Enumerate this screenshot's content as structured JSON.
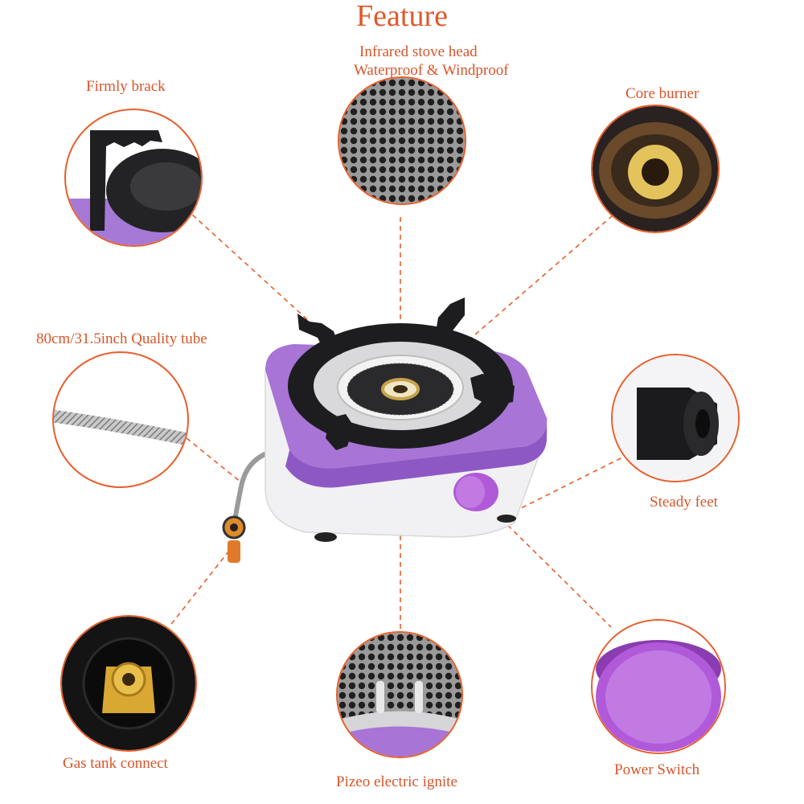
{
  "title": "Feature",
  "callouts": {
    "head_line1": "Infrared stove head",
    "head_line2": "Waterproof & Windproof",
    "brack": "Firmly brack",
    "core": "Core  burner",
    "tube": "80cm/31.5inch Quality tube",
    "feet": "Steady feet",
    "gas": "Gas tank connect",
    "ignite": "Pizeo electric ignite",
    "power": "Power  Switch"
  },
  "colors": {
    "accent": "#e85e2c",
    "stove_purple": "#a46fd2",
    "knob_purple": "#b05ad8",
    "grate": "#1d1d1f"
  }
}
